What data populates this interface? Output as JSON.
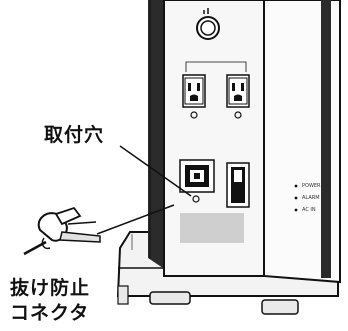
{
  "callouts": {
    "mounting_hole": "取付穴",
    "connector_line1": "抜け防止",
    "connector_line2": "コネクタ"
  },
  "indicators": [
    "POWER",
    "ALARM",
    "AC IN"
  ],
  "colors": {
    "ink": "#111111",
    "panel": "#f7f7f7",
    "shadow": "#2b2b2b",
    "label_gray": "#cfcfcf"
  },
  "icons": [
    "power-button-icon",
    "outlet-icon",
    "ac-inlet-icon",
    "rocker-switch-icon",
    "clamp-connector-icon"
  ]
}
